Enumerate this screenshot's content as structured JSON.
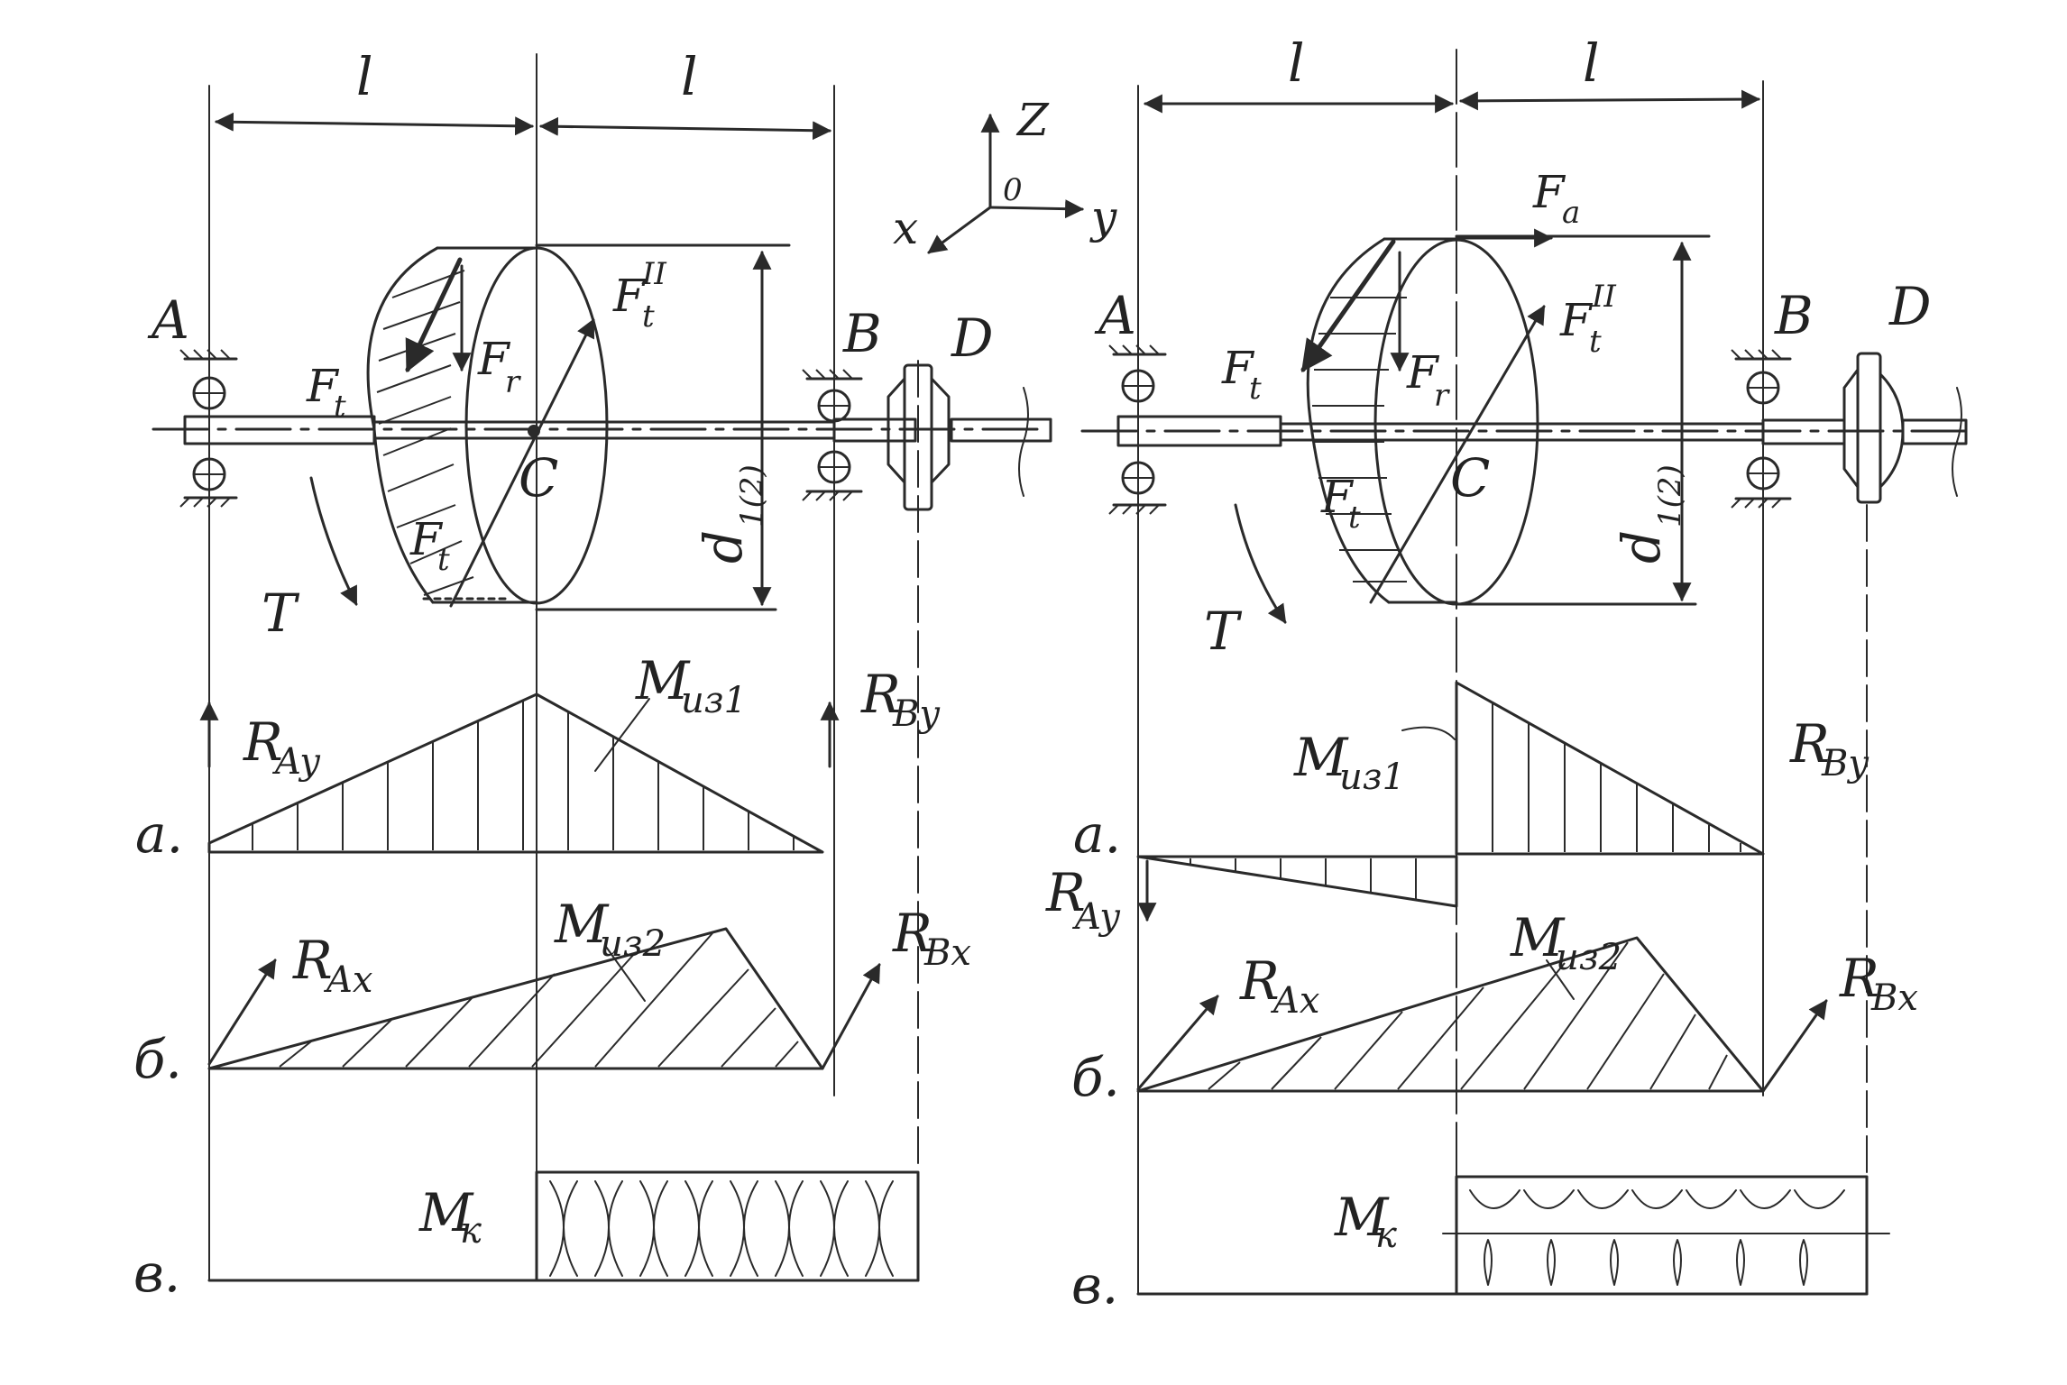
{
  "labels": {
    "length": "l",
    "A": "A",
    "B": "B",
    "C": "C",
    "D": "D",
    "Ft": "F",
    "Ft_sub": "t",
    "Ft_pp": "F",
    "Ft_pp_sub": "t",
    "Ft_pp_sup": "II",
    "Fr": "F",
    "Fr_sub": "r",
    "Ft_p": "F",
    "Ft_p_sub": "t",
    "Fa": "F",
    "Fa_sub": "a",
    "T": "T",
    "diam": "d",
    "diam_sub": "1(2)",
    "axis_z": "Z",
    "axis_y": "y",
    "axis_x": "x",
    "axis_o": "0",
    "RAy": "R",
    "RAy_sub": "Ay",
    "RBy": "R",
    "RBy_sub": "By",
    "RAx": "R",
    "RAx_sub": "Ax",
    "RBx": "R",
    "RBx_sub": "Bx",
    "Miz1": "M",
    "Miz1_sub": "из1",
    "Miz2": "M",
    "Miz2_sub": "из2",
    "Mk": "M",
    "Mk_sub": "к",
    "row_a": "а.",
    "row_b": "б.",
    "row_v": "в."
  }
}
